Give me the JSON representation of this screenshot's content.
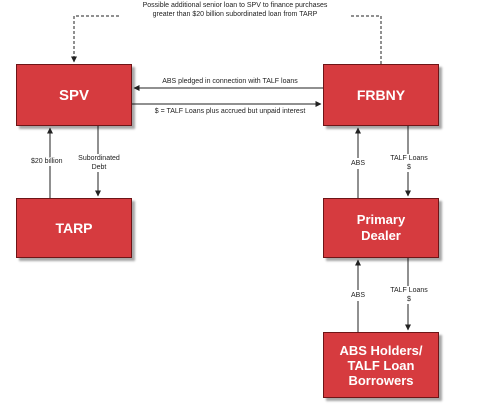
{
  "boxes": {
    "spv": "SPV",
    "frbny": "FRBNY",
    "tarp": "TARP",
    "primary_dealer": "Primary\nDealer",
    "abs_holders": "ABS Holders/\nTALF Loan\nBorrowers"
  },
  "labels": {
    "top_dashed": "Possible additional senior loan to SPV to finance purchases\ngreater than $20 billion subordinated loan from TARP",
    "abs_pledged": "ABS pledged in connection with TALF loans",
    "dollar_talf": "$ = TALF Loans plus accrued but unpaid interest",
    "twenty_billion": "$20 billion",
    "subordinated_debt": "Subordinated\nDebt",
    "abs_frbny": "ABS",
    "talf_loans_frbny": "TALF Loans\n$",
    "abs_pd": "ABS",
    "talf_loans_pd": "TALF Loans\n$"
  },
  "colors": {
    "box_fill": "#d63b3f",
    "box_border": "#6e1517",
    "line": "#222222"
  }
}
